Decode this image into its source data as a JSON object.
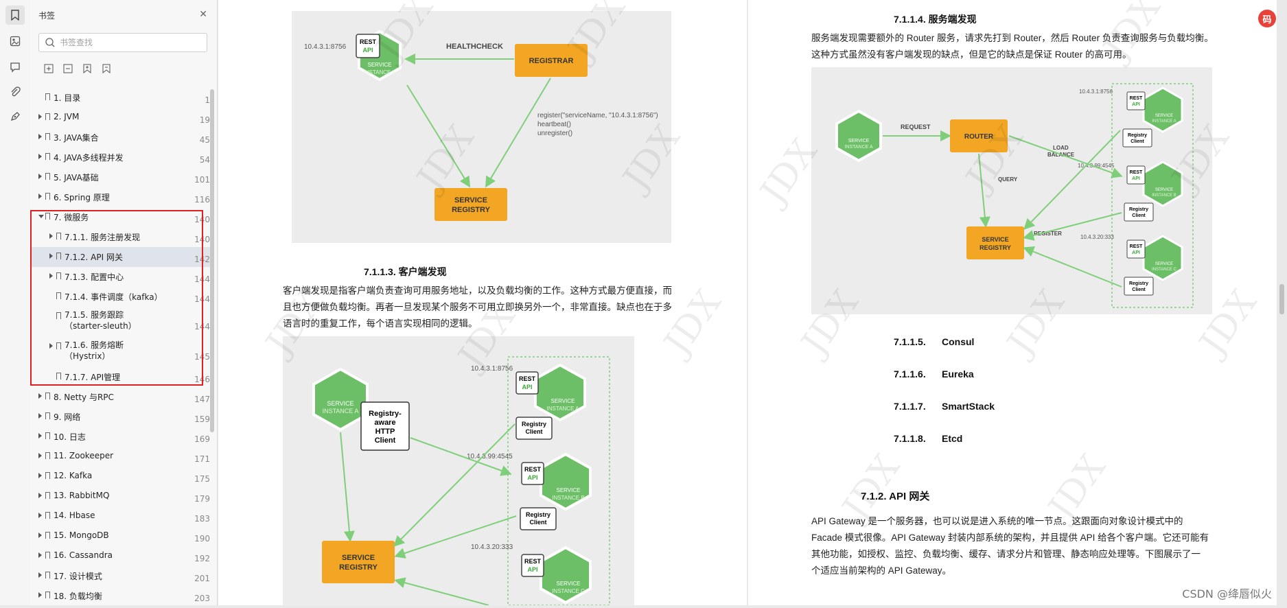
{
  "sidebar": {
    "title": "书签",
    "search_placeholder": "书签查找",
    "items": [
      {
        "label": "1. 目录",
        "page": "1",
        "expandable": false
      },
      {
        "label": "2. JVM",
        "page": "19",
        "expandable": true
      },
      {
        "label": "3. JAVA集合",
        "page": "45",
        "expandable": true
      },
      {
        "label": "4. JAVA多线程并发",
        "page": "54",
        "expandable": true
      },
      {
        "label": "5. JAVA基础",
        "page": "101",
        "expandable": true
      },
      {
        "label": "6. Spring 原理",
        "page": "116",
        "expandable": true
      },
      {
        "label": "7.   微服务",
        "page": "140",
        "expandable": true,
        "open": true
      },
      {
        "label": "7.1.1. 服务注册发现",
        "page": "140",
        "expandable": true,
        "child": true
      },
      {
        "label": "7.1.2. API 网关",
        "page": "142",
        "expandable": true,
        "child": true,
        "selected": true
      },
      {
        "label": "7.1.3. 配置中心",
        "page": "144",
        "expandable": true,
        "child": true
      },
      {
        "label": "7.1.4. 事件调度（kafka）",
        "page": "144",
        "expandable": false,
        "child": true
      },
      {
        "label": "7.1.5. 服务跟踪（starter-sleuth）",
        "page": "144",
        "expandable": false,
        "child": true,
        "tall": true
      },
      {
        "label": "7.1.6. 服务熔断（Hystrix）",
        "page": "145",
        "expandable": true,
        "child": true,
        "tall": true
      },
      {
        "label": "7.1.7. API管理",
        "page": "146",
        "expandable": false,
        "child": true
      },
      {
        "label": "8. Netty 与RPC",
        "page": "147",
        "expandable": true
      },
      {
        "label": "9. 网络",
        "page": "159",
        "expandable": true
      },
      {
        "label": "10. 日志",
        "page": "169",
        "expandable": true
      },
      {
        "label": "11. Zookeeper",
        "page": "171",
        "expandable": true
      },
      {
        "label": "12. Kafka",
        "page": "175",
        "expandable": true
      },
      {
        "label": "13. RabbitMQ",
        "page": "179",
        "expandable": true
      },
      {
        "label": "14. Hbase",
        "page": "183",
        "expandable": true
      },
      {
        "label": "15. MongoDB",
        "page": "190",
        "expandable": true
      },
      {
        "label": "16. Cassandra",
        "page": "192",
        "expandable": true
      },
      {
        "label": "17. 设计模式",
        "page": "201",
        "expandable": true
      },
      {
        "label": "18. 负载均衡",
        "page": "203",
        "expandable": true
      }
    ]
  },
  "left_page": {
    "diagram1": {
      "ip": "10.4.3.1:8756",
      "rest": "REST",
      "api": "API",
      "service": "SERVICE",
      "instance_a": "INSTANCE A",
      "healthcheck": "HEALTHCHECK",
      "registrar": "REGISTRAR",
      "register_line1": "register(\"serviceName, \"10.4.3.1:8756\")",
      "register_line2": "heartbeat()",
      "register_line3": "unregister()",
      "registry_line1": "SERVICE",
      "registry_line2": "REGISTRY"
    },
    "heading": "7.1.1.3.      客户端发现",
    "paragraph_lines": [
      "客户端发现是指客户端负责查询可用服务地址，以及负载均衡的工作。这种方式最方便直接，而",
      "且也方便做负载均衡。再者一旦发现某个服务不可用立即换另外一个，非常直接。缺点也在于多",
      "语言时的重复工作，每个语言实现相同的逻辑。"
    ],
    "diagram2": {
      "ip1": "10.4.3.1:8756",
      "ip2": "10.4.3.99:4545",
      "ip3": "10.4.3.20:333",
      "service": "SERVICE",
      "instance_a": "INSTANCE A",
      "instance_b": "INSTANCE B",
      "instance_c": "INSTANCE C",
      "client_line1": "Registry-",
      "client_line2": "aware",
      "client_line3": "HTTP",
      "client_line4": "Client",
      "rest": "REST",
      "api": "API",
      "rc_line1": "Registry",
      "rc_line2": "Client",
      "registry_line1": "SERVICE",
      "registry_line2": "REGISTRY"
    }
  },
  "right_page": {
    "heading": "7.1.1.4.      服务端发现",
    "paragraph_lines": [
      "服务端发现需要额外的 Router 服务，请求先打到 Router，然后 Router 负责查询服务与负载均衡。",
      "这种方式虽然没有客户端发现的缺点，但是它的缺点是保证 Router 的高可用。"
    ],
    "diagram": {
      "ip1": "10.4.3.1:8756",
      "ip2": "10.4.3.99:4545",
      "ip3": "10.4.3.20:333",
      "service": "SERVICE",
      "instance_a": "INSTANCE A",
      "instance_b": "INSTANCE B",
      "instance_c": "INSTANCE C",
      "request": "REQUEST",
      "router": "ROUTER",
      "load": "LOAD",
      "balance": "BALANCE",
      "query": "QUERY",
      "register": "REGISTER",
      "rest": "REST",
      "api": "API",
      "rc_line1": "Registry",
      "rc_line2": "Client",
      "registry_line1": "SERVICE",
      "registry_line2": "REGISTRY"
    },
    "subsections": [
      {
        "num": "7.1.1.5.",
        "title": "Consul"
      },
      {
        "num": "7.1.1.6.",
        "title": "Eureka"
      },
      {
        "num": "7.1.1.7.",
        "title": "SmartStack"
      },
      {
        "num": "7.1.1.8.",
        "title": "Etcd"
      }
    ],
    "section_heading": "7.1.2. API 网关",
    "api_lines": [
      "API  Gateway  是一个服务器，也可以说是进入系统的唯一节点。这跟面向对象设计模式中的",
      "Facade 模式很像。API Gateway 封装内部系统的架构，并且提供 API 给各个客户端。它还可能有",
      "其他功能，如授权、监控、负载均衡、缓存、请求分片和管理、静态响应处理等。下图展示了一",
      "个适应当前架构的 API Gateway。"
    ]
  },
  "watermark": "JDX",
  "csdn_credit": "CSDN @绛唇似火",
  "fab_label": "码",
  "colors": {
    "accent_orange": "#f2a623",
    "service_green": "#6dbf67",
    "highlight_red": "#e02020",
    "arrow_green": "#7fcf7a"
  }
}
